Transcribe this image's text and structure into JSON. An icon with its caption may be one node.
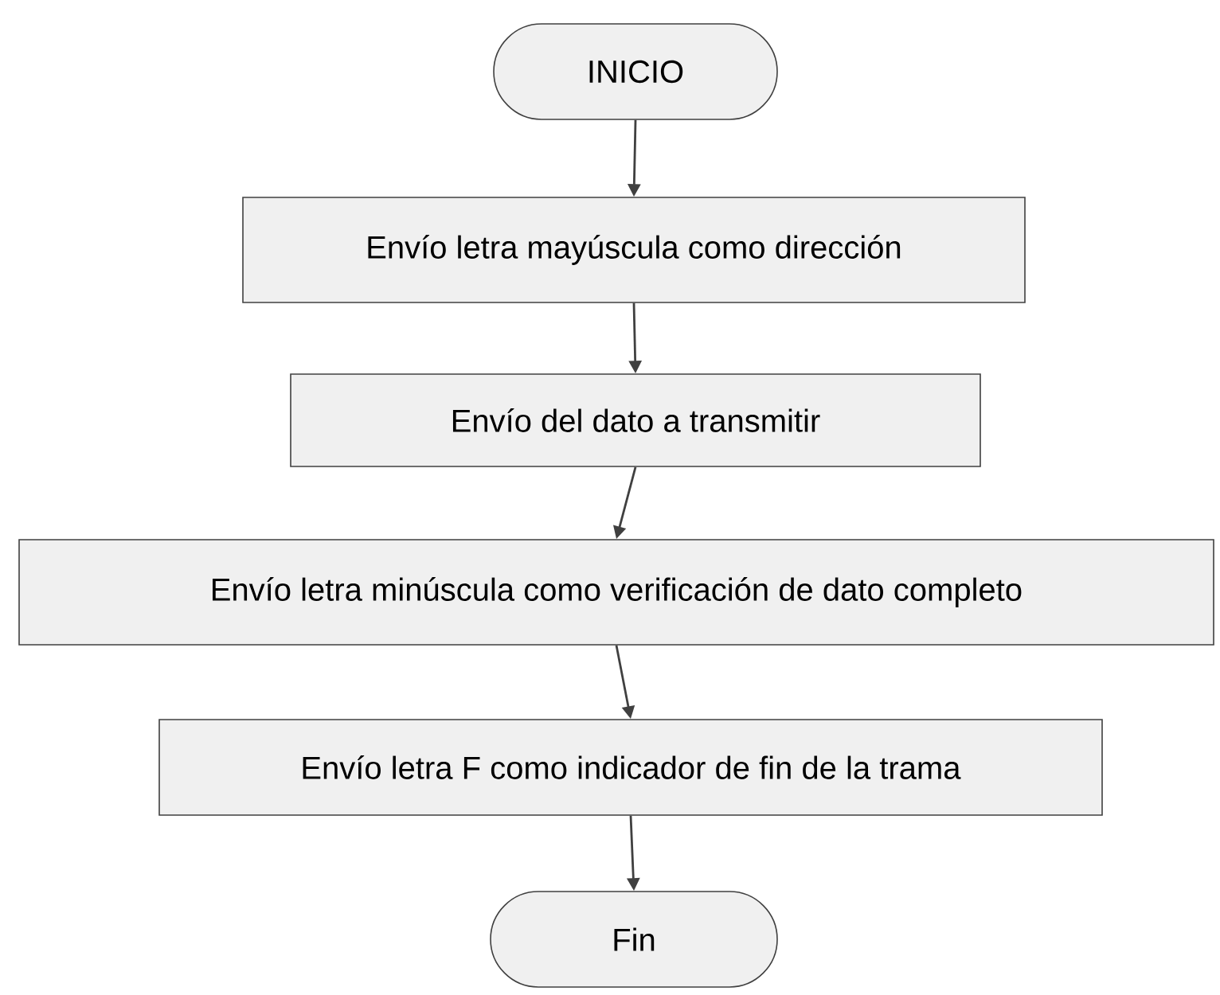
{
  "diagram": {
    "nodes": [
      {
        "text": [
          "INICIO"
        ]
      },
      {
        "text": [
          "Envío letra mayúscula como dirección"
        ]
      },
      {
        "text": [
          "Envío del dato a transmitir"
        ]
      },
      {
        "text": [
          "Envío letra minúscula como verificación de dato completo"
        ]
      },
      {
        "text": [
          "Envío letra F como indicador de fin de la trama"
        ]
      },
      {
        "text": [
          "Fin"
        ]
      }
    ],
    "edges": [
      {
        "from": 0,
        "to": 1,
        "arrow": "to"
      },
      {
        "from": 1,
        "to": 2,
        "arrow": "to"
      },
      {
        "from": 2,
        "to": 3,
        "arrow": "to"
      },
      {
        "from": 3,
        "to": 4,
        "arrow": "to"
      },
      {
        "from": 4,
        "to": 5,
        "arrow": "to"
      }
    ]
  }
}
